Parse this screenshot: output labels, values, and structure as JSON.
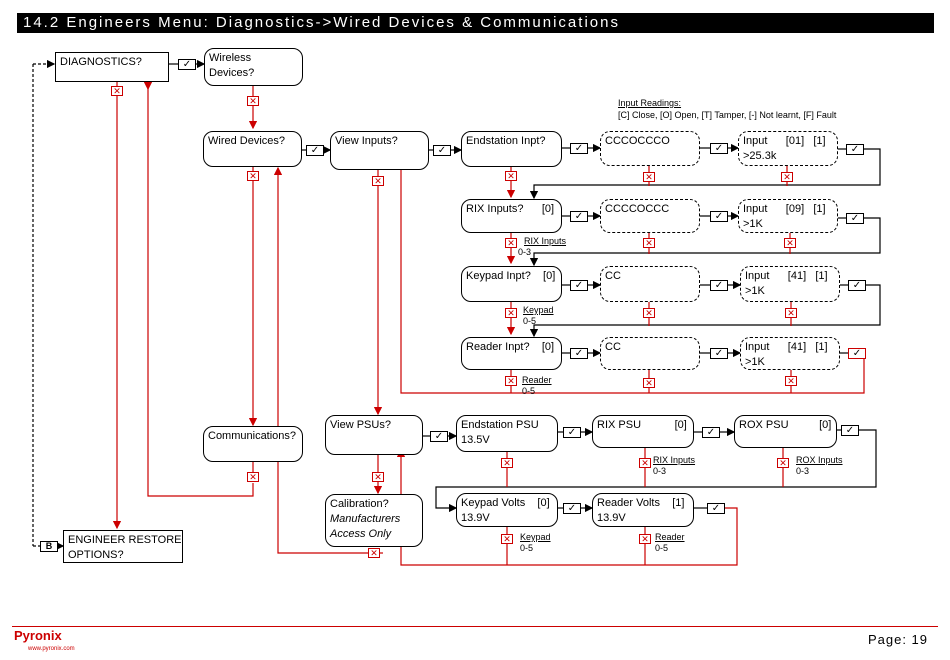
{
  "header": {
    "title": "14.2 Engineers Menu: Diagnostics->Wired Devices & Communications"
  },
  "legend": {
    "title": "Input Readings:",
    "text": "[C] Close, [O] Open, [T] Tamper, [-] Not learnt, [F] Fault"
  },
  "boxes": {
    "diagnostics": "DIAGNOSTICS?",
    "wireless": "Wireless\nDevices?",
    "wired": "Wired Devices?",
    "view_inputs": "View Inputs?",
    "endstation_inpt": "Endstation Inpt?",
    "reading1": "CCCOCCCO",
    "input1": "Input      [01]   [1]\n>25.3k",
    "rix_inputs": "RIX Inputs?      [0]",
    "reading2": "CCCCOCCC",
    "input2": "Input      [09]   [1]\n>1K",
    "keypad_inpt": "Keypad Inpt?    [0]",
    "reading3": "CC",
    "input3": "Input      [41]   [1]\n>1K",
    "reader_inpt": "Reader Inpt?    [0]",
    "reading4": "CC",
    "input4": "Input      [41]   [1]\n>1K",
    "communications": "Communications?",
    "view_psus": "View PSUs?",
    "endstation_psu": "Endstation PSU\n13.5V",
    "rix_psu": "RIX PSU           [0]",
    "rox_psu": "ROX PSU          [0]",
    "calibration_title": "Calibration?",
    "calibration_note1": "Manufacturers",
    "calibration_note2": "Access Only",
    "keypad_volts": "Keypad Volts    [0]\n13.9V",
    "reader_volts": "Reader Volts    [1]\n13.9V",
    "engineer_restore": "ENGINEER RESTORE\nOPTIONS?"
  },
  "labels": {
    "rix_inputs": "RIX Inputs",
    "rix_range": "0-3",
    "keypad": "Keypad",
    "keypad_range": "0-5",
    "reader": "Reader",
    "reader_range": "0-5",
    "rix_inputs_psu": "RIX Inputs",
    "rix_psu_range": "0-3",
    "rox_inputs": "ROX Inputs",
    "rox_range": "0-3",
    "keypad_psu": "Keypad",
    "keypad_psu_range": "0-5",
    "reader_psu": "Reader",
    "reader_psu_range": "0-5"
  },
  "symbols": {
    "tick": "✓",
    "cross": "✕",
    "back": "B"
  },
  "footer": {
    "logo": "Pyronix",
    "url": "www.pyronix.com",
    "page": "Page: 19"
  },
  "colors": {
    "wire": "#cc0000",
    "header_bg": "#000000"
  }
}
